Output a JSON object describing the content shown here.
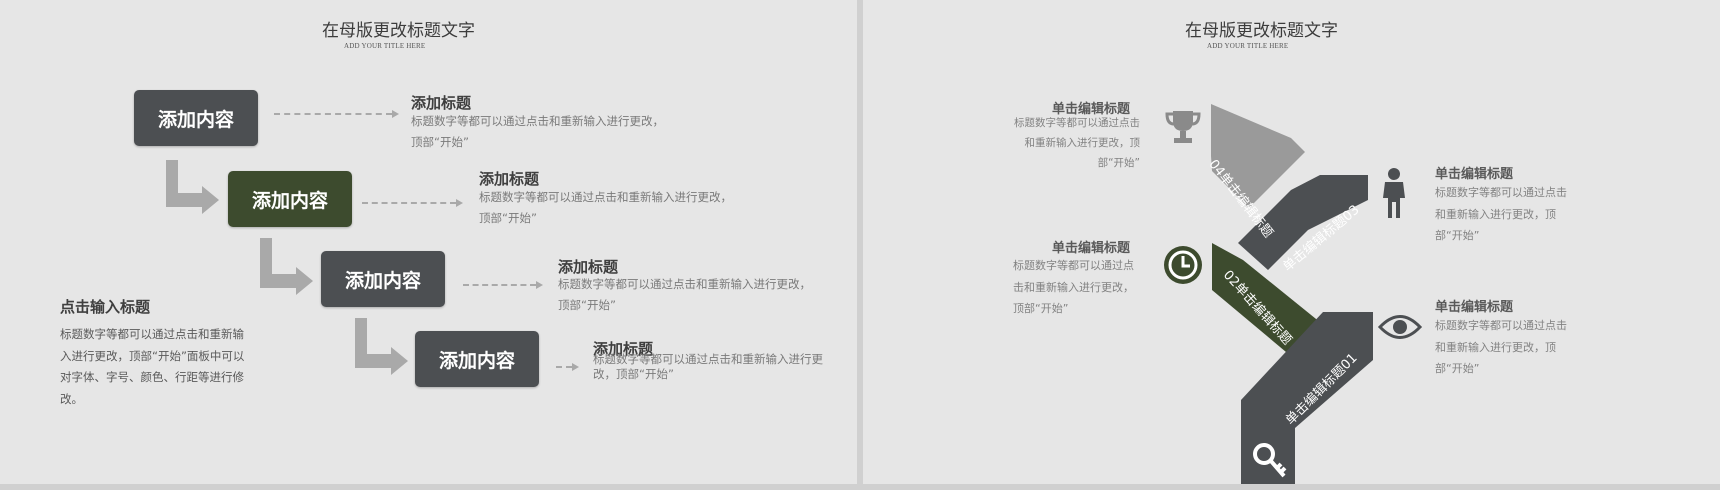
{
  "left": {
    "title": "在母版更改标题文字",
    "subtitle": "ADD YOUR TITLE HERE",
    "side": {
      "title": "点击输入标题",
      "desc": "标题数字等都可以通过点击和重新输入进行更改，顶部“开始”面板中可以对字体、字号、颜色、行距等进行修改。"
    },
    "steps": [
      {
        "box_label": "添加内容",
        "title": "添加标题",
        "desc": "标题数字等都可以通过点击和重新输入进行更改，顶部“开始”"
      },
      {
        "box_label": "添加内容",
        "title": "添加标题",
        "desc": "标题数字等都可以通过点击和重新输入进行更改，顶部“开始”"
      },
      {
        "box_label": "添加内容",
        "title": "添加标题",
        "desc": "标题数字等都可以通过点击和重新输入进行更改，顶部“开始”"
      },
      {
        "box_label": "添加内容",
        "title": "添加标题",
        "desc": "标题数字等都可以通过点击和重新输入进行更改，顶部“开始”"
      }
    ]
  },
  "right": {
    "title": "在母版更改标题文字",
    "subtitle": "ADD YOUR TITLE HERE",
    "arrows": [
      {
        "label": "单击编辑标题01",
        "color": "#4c4f52"
      },
      {
        "label": "02单击编辑标题",
        "color": "#3d4b2e"
      },
      {
        "label": "单击编辑标题03",
        "color": "#4c4f52"
      },
      {
        "label": "04单击编辑标题",
        "color": "#9a9a9a"
      }
    ],
    "items": [
      {
        "title": "单击编辑标题",
        "desc": "标题数字等都可以通过点击和重新输入进行更改，顶部“开始”",
        "icon": "trophy-icon"
      },
      {
        "title": "单击编辑标题",
        "desc": "标题数字等都可以通过点击和重新输入进行更改，顶部“开始”",
        "icon": "clock-icon"
      },
      {
        "title": "单击编辑标题",
        "desc": "标题数字等都可以通过点击和重新输入进行更改，顶部“开始”",
        "icon": "person-icon"
      },
      {
        "title": "单击编辑标题",
        "desc": "标题数字等都可以通过点击和重新输入进行更改，顶部“开始”",
        "icon": "eye-icon"
      }
    ],
    "bottom_icon": "key-icon"
  },
  "colors": {
    "dark": "#4c4f52",
    "green": "#3d4b2e",
    "grey_arrow": "#a9a9a9",
    "background": "#e6e6e6"
  }
}
